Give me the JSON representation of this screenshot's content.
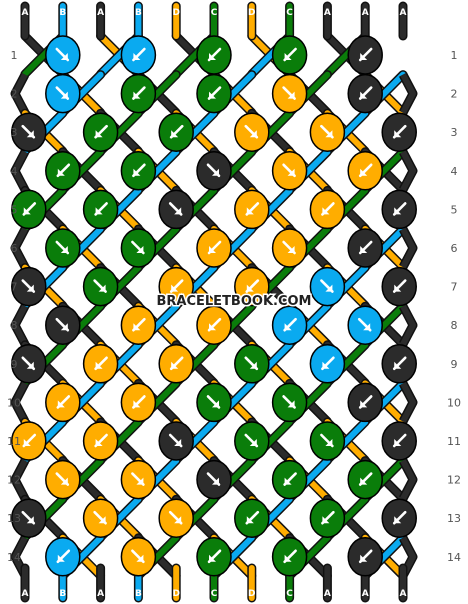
{
  "watermark": "BRACELETBOOK.COM",
  "colors": {
    "A": "#2b2b2b",
    "B": "#0aaaf0",
    "C": "#0a7d0a",
    "D": "#ffad00"
  },
  "strands_top": [
    "A",
    "B",
    "A",
    "B",
    "D",
    "C",
    "D",
    "C",
    "A",
    "A",
    "A"
  ],
  "strands_bottom": [
    "A",
    "B",
    "A",
    "B",
    "D",
    "C",
    "D",
    "C",
    "A",
    "A",
    "A"
  ],
  "rows": [
    {
      "label": "1",
      "knots": [
        [
          "B",
          "dr"
        ],
        [
          "B",
          "dl"
        ],
        [
          "C",
          "dl"
        ],
        [
          "C",
          "dl"
        ],
        [
          "A",
          "dl"
        ]
      ]
    },
    {
      "label": "2",
      "knots": [
        [
          "B",
          "dr"
        ],
        [
          "C",
          "dl"
        ],
        [
          "C",
          "dl"
        ],
        [
          "D",
          "dr"
        ],
        [
          "A",
          "dl"
        ]
      ]
    },
    {
      "label": "3",
      "knots": [
        [
          "A",
          "dr"
        ],
        [
          "C",
          "dl"
        ],
        [
          "C",
          "dl"
        ],
        [
          "D",
          "dr"
        ],
        [
          "D",
          "dr"
        ],
        [
          "A",
          "dl"
        ]
      ]
    },
    {
      "label": "4",
      "knots": [
        [
          "C",
          "dl"
        ],
        [
          "C",
          "dl"
        ],
        [
          "A",
          "dr"
        ],
        [
          "D",
          "dr"
        ],
        [
          "D",
          "dl"
        ]
      ]
    },
    {
      "label": "5",
      "knots": [
        [
          "C",
          "dl"
        ],
        [
          "C",
          "dl"
        ],
        [
          "A",
          "dr"
        ],
        [
          "D",
          "dl"
        ],
        [
          "D",
          "dl"
        ],
        [
          "A",
          "dl"
        ]
      ]
    },
    {
      "label": "6",
      "knots": [
        [
          "C",
          "dr"
        ],
        [
          "C",
          "dr"
        ],
        [
          "D",
          "dl"
        ],
        [
          "D",
          "dr"
        ],
        [
          "A",
          "dl"
        ]
      ]
    },
    {
      "label": "7",
      "knots": [
        [
          "A",
          "dr"
        ],
        [
          "C",
          "dr"
        ],
        [
          "D",
          "dl"
        ],
        [
          "D",
          "dl"
        ],
        [
          "B",
          "dr"
        ],
        [
          "A",
          "dl"
        ]
      ]
    },
    {
      "label": "8",
      "knots": [
        [
          "A",
          "dr"
        ],
        [
          "D",
          "dl"
        ],
        [
          "D",
          "dl"
        ],
        [
          "B",
          "dl"
        ],
        [
          "B",
          "dr"
        ]
      ]
    },
    {
      "label": "9",
      "knots": [
        [
          "A",
          "dr"
        ],
        [
          "D",
          "dl"
        ],
        [
          "D",
          "dl"
        ],
        [
          "C",
          "dr"
        ],
        [
          "B",
          "dl"
        ],
        [
          "A",
          "dl"
        ]
      ]
    },
    {
      "label": "10",
      "knots": [
        [
          "D",
          "dl"
        ],
        [
          "D",
          "dl"
        ],
        [
          "C",
          "dr"
        ],
        [
          "C",
          "dr"
        ],
        [
          "A",
          "dl"
        ]
      ]
    },
    {
      "label": "11",
      "knots": [
        [
          "D",
          "dl"
        ],
        [
          "D",
          "dl"
        ],
        [
          "A",
          "dr"
        ],
        [
          "C",
          "dr"
        ],
        [
          "C",
          "dr"
        ],
        [
          "A",
          "dl"
        ]
      ]
    },
    {
      "label": "12",
      "knots": [
        [
          "D",
          "dr"
        ],
        [
          "D",
          "dr"
        ],
        [
          "A",
          "dr"
        ],
        [
          "C",
          "dl"
        ],
        [
          "C",
          "dl"
        ]
      ]
    },
    {
      "label": "13",
      "knots": [
        [
          "A",
          "dr"
        ],
        [
          "D",
          "dr"
        ],
        [
          "D",
          "dr"
        ],
        [
          "C",
          "dl"
        ],
        [
          "C",
          "dl"
        ],
        [
          "A",
          "dl"
        ]
      ]
    },
    {
      "label": "14",
      "knots": [
        [
          "B",
          "dl"
        ],
        [
          "D",
          "dr"
        ],
        [
          "C",
          "dl"
        ],
        [
          "C",
          "dl"
        ],
        [
          "A",
          "dl"
        ]
      ]
    }
  ]
}
